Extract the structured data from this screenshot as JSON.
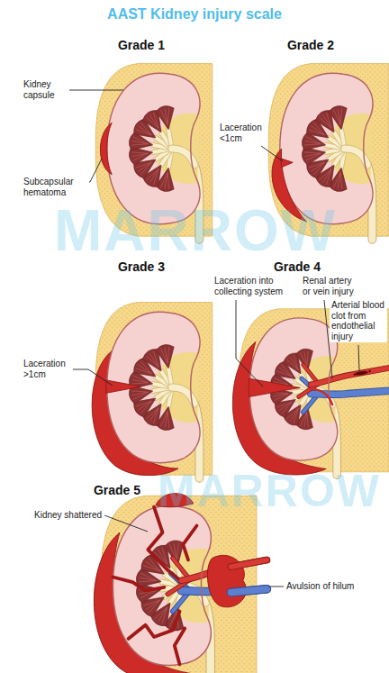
{
  "diagram": {
    "title": "AAST Kidney injury scale",
    "labels": [
      "Grade 1",
      "Grade 2",
      "Kidney capsule",
      "Subcapsular hematoma",
      "Laceration <1cm",
      "MARROW",
      "Grade 3",
      "Grade 4",
      "Laceration >1cm",
      "Laceration into collecting system",
      "Renal artery or vein injury",
      "Arterial blood clot from endothelial injury",
      "MARROW",
      "Grade 5",
      "Kidney shattered",
      "Avulsion of hilum"
    ]
  }
}
